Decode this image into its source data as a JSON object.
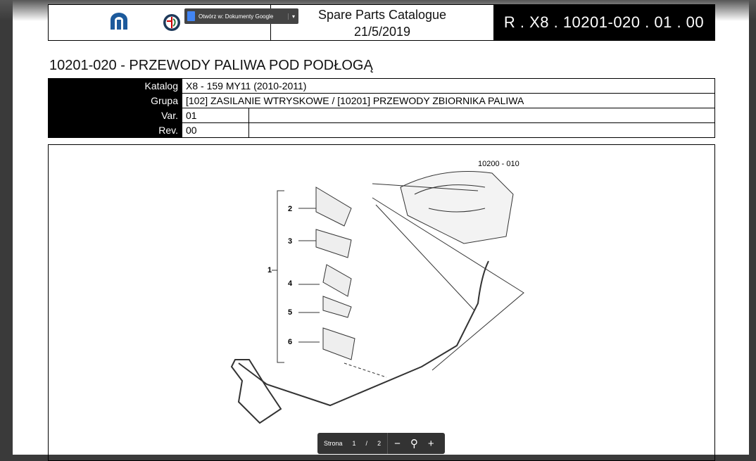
{
  "header": {
    "title_line1": "Spare Parts Catalogue",
    "date": "21/5/2019",
    "code": "R . X8 . 10201-020 . 01 . 00",
    "logos": [
      "Mopar",
      "Alfa Romeo"
    ]
  },
  "popup": {
    "label": "Otwórz w: Dokumenty Google"
  },
  "page_title": "10201-020 - PRZEWODY PALIWA POD PODŁOGĄ",
  "info": [
    {
      "key": "Katalog",
      "value": "X8 - 159 MY11 (2010-2011)"
    },
    {
      "key": "Grupa",
      "value": "[102] ZASILANIE WTRYSKOWE / [10201] PRZEWODY ZBIORNIKA PALIWA"
    },
    {
      "key": "Var.",
      "value": "01"
    },
    {
      "key": "Rev.",
      "value": "00"
    }
  ],
  "diagram": {
    "ref": "10200 - 010",
    "labels": [
      "1",
      "2",
      "3",
      "4",
      "5",
      "6"
    ]
  },
  "pager": {
    "label": "Strona",
    "current": "1",
    "sep": "/",
    "total": "2",
    "zoom_out": "−",
    "zoom_in": "+"
  }
}
